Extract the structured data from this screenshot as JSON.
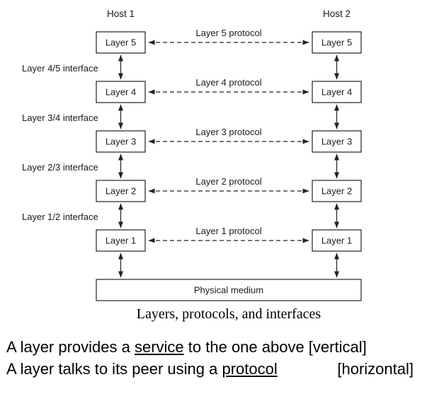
{
  "diagram": {
    "host1": "Host 1",
    "host2": "Host 2",
    "layers": [
      "Layer 5",
      "Layer 4",
      "Layer 3",
      "Layer 2",
      "Layer 1"
    ],
    "protocols": [
      "Layer 5 protocol",
      "Layer 4 protocol",
      "Layer 3 protocol",
      "Layer 2 protocol",
      "Layer 1 protocol"
    ],
    "interfaces": [
      "Layer 4/5 interface",
      "Layer 3/4 interface",
      "Layer 2/3 interface",
      "Layer 1/2 interface"
    ],
    "physical_medium": "Physical medium",
    "caption": "Layers, protocols, and interfaces"
  },
  "notes": {
    "line1_prefix": "A layer provides a ",
    "line1_underlined": "service",
    "line1_suffix": " to the one above [vertical]",
    "line2_prefix": "A layer talks to its peer using a ",
    "line2_underlined": "protocol",
    "line2_suffix": "[horizontal]"
  }
}
